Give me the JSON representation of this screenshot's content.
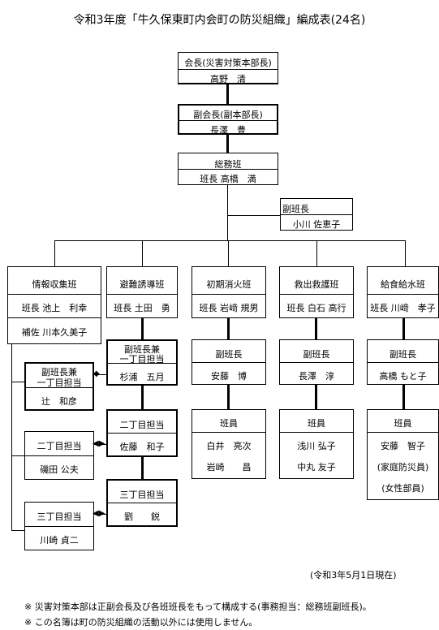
{
  "title": "令和3年度「牛久保東町内会町の防災組織」編成表(24名)",
  "chair": {
    "role": "会長(災害対策本部長)",
    "name": "高野　清"
  },
  "vice_chair": {
    "role": "副会長(副本部長)",
    "name": "長澤　豊"
  },
  "general_affairs": {
    "team": "総務班",
    "leader": "班長 高橋　満"
  },
  "general_affairs_sub": {
    "role": "副班長",
    "name": "小川 佐恵子"
  },
  "info_team": {
    "name": "情報収集班",
    "leader": "班長 池上　利幸",
    "assistant": "補佐 川本久美子",
    "sub1_role_line1": "副班長兼",
    "sub1_role_line2": "一丁目担当",
    "sub1_name": "辻　和彦",
    "sub2_role": "二丁目担当",
    "sub2_name": "磯田 公夫",
    "sub3_role": "三丁目担当",
    "sub3_name": "川崎 貞二"
  },
  "evac_team": {
    "name": "避難誘導班",
    "leader": "班長 土田　勇",
    "sub1_role_line1": "副班長兼",
    "sub1_role_line2": "一丁目担当",
    "sub1_name": "杉浦　五月",
    "sub2_role": "二丁目担当",
    "sub2_name": "佐藤　和子",
    "sub3_role": "三丁目担当",
    "sub3_name": "劉　　鋭"
  },
  "fire_team": {
    "name": "初期消火班",
    "leader": "班長 岩﨑 規男",
    "sub_role": "副班長",
    "sub_name": "安藤　博",
    "member_role": "班員",
    "members": [
      "白井　亮次",
      "岩崎　　昌"
    ]
  },
  "rescue_team": {
    "name": "救出救護班",
    "leader": "班長 白石 高行",
    "sub_role": "副班長",
    "sub_name": "長澤　淳",
    "member_role": "班員",
    "members": [
      "浅川 弘子",
      "中丸 友子"
    ]
  },
  "water_team": {
    "name": "給食給水班",
    "leader": "班長 川﨑　孝子",
    "sub_role": "副班長",
    "sub_name": "高橋 もと子",
    "member_role": "班員",
    "members": [
      "安藤　智子",
      "(家庭防災員)",
      "(女性部員)"
    ]
  },
  "date_note": "(令和3年5月1日現在)",
  "notes": [
    "※ 災害対策本部は正副会長及び各班班長をもって構成する(事務担当：総務班副班長)。",
    "※ この名簿は町の防災組織の活動以外には使用しません。"
  ]
}
